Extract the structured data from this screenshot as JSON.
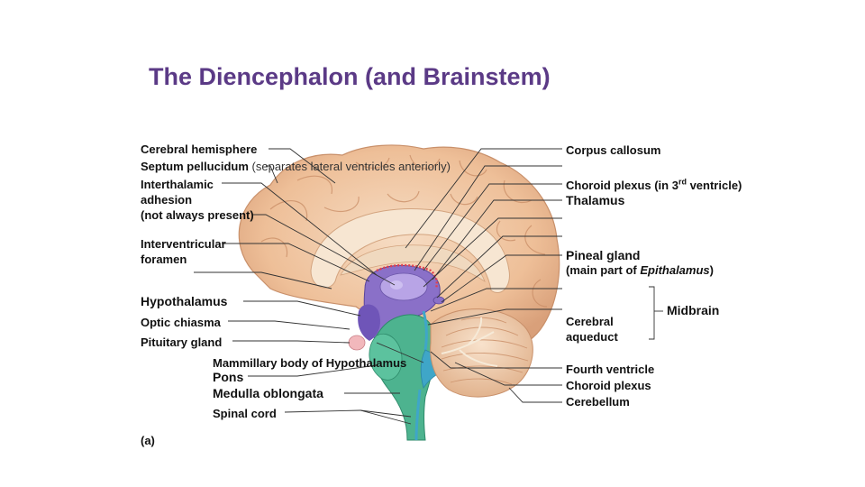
{
  "title": "The Diencephalon (and Brainstem)",
  "figure_label": "(a)",
  "labels": {
    "cerebral_hemisphere": "Cerebral hemisphere",
    "septum_pellucidum": "Septum pellucidum",
    "septum_note": "(separates lateral ventricles anteriorly)",
    "interthalamic_1": "Interthalamic",
    "interthalamic_2": "adhesion",
    "interthalamic_3": "(not always present)",
    "interventricular_1": "Interventricular",
    "interventricular_2": "foramen",
    "hypothalamus": "Hypothalamus",
    "optic_chiasma": "Optic chiasma",
    "pituitary_gland": "Pituitary gland",
    "mammillary_body": "Mammillary body of Hypothalamus",
    "pons": "Pons",
    "medulla": "Medulla oblongata",
    "spinal_cord": "Spinal cord",
    "corpus_callosum": "Corpus callosum",
    "choroid_3rd_a": "Choroid plexus (in 3",
    "choroid_3rd_sup": "rd",
    "choroid_3rd_b": " ventricle)",
    "thalamus": "Thalamus",
    "pineal_gland": "Pineal gland",
    "pineal_note_a": "(main part of ",
    "pineal_note_b": "Epithalamus",
    "pineal_note_c": ")",
    "midbrain": "Midbrain",
    "cerebral_aqueduct_1": "Cerebral",
    "cerebral_aqueduct_2": "aqueduct",
    "fourth_ventricle": "Fourth ventricle",
    "choroid_plexus": "Choroid plexus",
    "cerebellum": "Cerebellum"
  },
  "colors": {
    "title": "#5b3a86",
    "cerebrum": "#f1cfb0",
    "diencephalon": "#8a70c8",
    "brainstem": "#4db38f",
    "ventricle": "#3fa6c8",
    "cerebellum": "#f3d6bb",
    "pituitary": "#f2b8bc",
    "choroid": "#e04050"
  }
}
